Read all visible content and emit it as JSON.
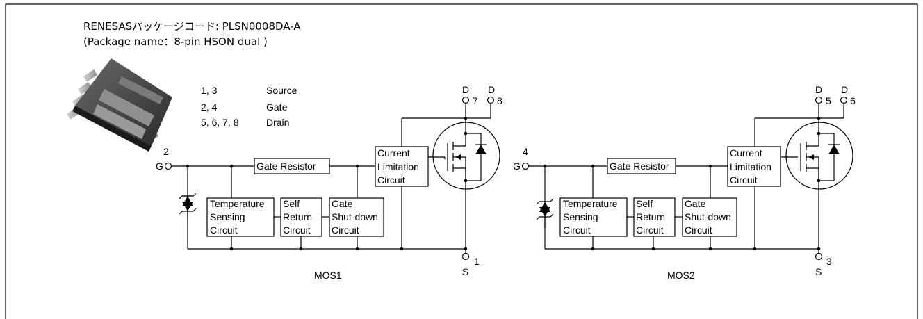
{
  "header": {
    "package_code": "RENESASパッケージコード: PLSN0008DA-A",
    "package_name": "(Package name：8-pin HSON dual )"
  },
  "pin_table": [
    {
      "pins": "1, 3",
      "function": "Source"
    },
    {
      "pins": "2, 4",
      "function": "Gate"
    },
    {
      "pins": "5, 6, 7, 8",
      "function": "Drain"
    }
  ],
  "terminals": {
    "gate": "G",
    "drain": "D",
    "source": "S"
  },
  "blocks": {
    "gate_resistor": "Gate Resistor",
    "current_limitation": [
      "Current",
      "Limitation",
      "Circuit"
    ],
    "temperature_sensing": [
      "Temperature",
      "Sensing",
      "Circuit"
    ],
    "self_return": [
      "Self",
      "Return",
      "Circuit"
    ],
    "gate_shutdown": [
      "Gate",
      "Shut-down",
      "Circuit"
    ]
  },
  "mos1": {
    "label": "MOS1",
    "gate_pin": "2",
    "drain_pins": [
      "7",
      "8"
    ],
    "source_pin": "1"
  },
  "mos2": {
    "label": "MOS2",
    "gate_pin": "4",
    "drain_pins": [
      "5",
      "6"
    ],
    "source_pin": "3"
  }
}
